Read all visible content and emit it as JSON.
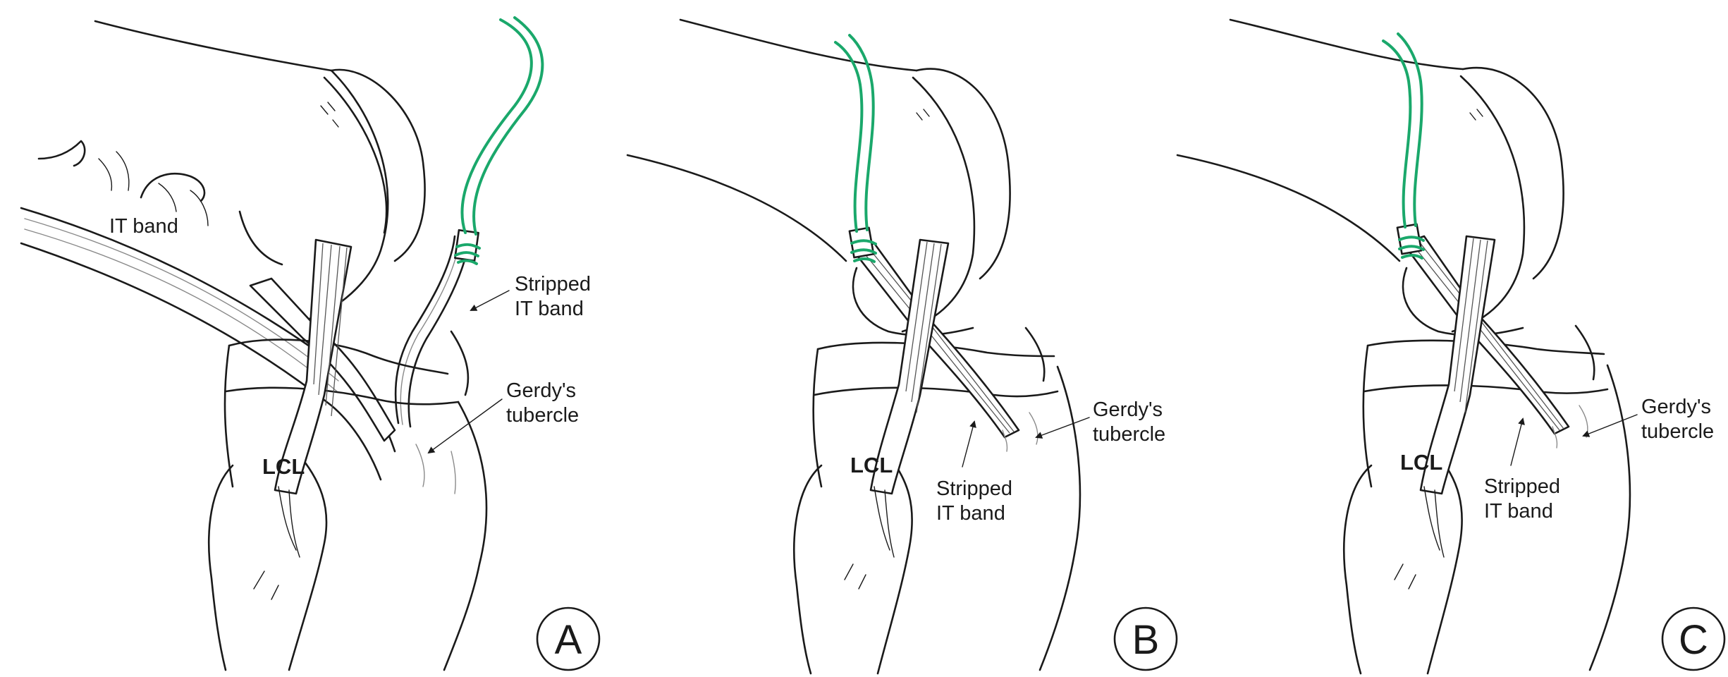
{
  "colors": {
    "suture": "#1aa86b",
    "line": "#1a1a1a",
    "background": "#ffffff"
  },
  "panels": [
    {
      "id": "A",
      "letter": "A",
      "labels": {
        "it_band": "IT band",
        "stripped_line1": "Stripped",
        "stripped_line2": "IT band",
        "gerdy_line1": "Gerdy's",
        "gerdy_line2": "tubercle",
        "lcl": "LCL"
      }
    },
    {
      "id": "B",
      "letter": "B",
      "labels": {
        "gerdy_line1": "Gerdy's",
        "gerdy_line2": "tubercle",
        "stripped_line1": "Stripped",
        "stripped_line2": "IT band",
        "lcl": "LCL"
      }
    },
    {
      "id": "C",
      "letter": "C",
      "labels": {
        "gerdy_line1": "Gerdy's",
        "gerdy_line2": "tubercle",
        "stripped_line1": "Stripped",
        "stripped_line2": "IT band",
        "lcl": "LCL"
      }
    }
  ]
}
